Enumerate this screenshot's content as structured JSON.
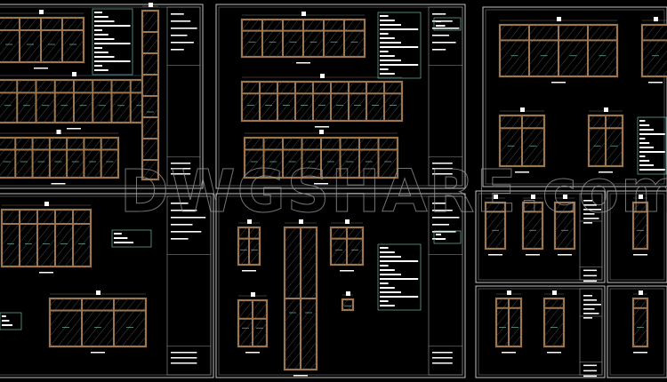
{
  "watermark": "DWGSHARE.com",
  "colors": {
    "background": "#000000",
    "sheet_border": "#bfbfbf",
    "window_frame": "#9b7650",
    "glass_hatch": "#5a5a5a",
    "annotation_text": "#ffffff",
    "dimension_line": "#7fd4c8"
  },
  "sheets": [
    {
      "id": "sheet-top-left"
    },
    {
      "id": "sheet-top-middle"
    },
    {
      "id": "sheet-top-right"
    },
    {
      "id": "sheet-bottom-left"
    },
    {
      "id": "sheet-bottom-middle"
    },
    {
      "id": "sheet-small-1"
    },
    {
      "id": "sheet-small-2"
    },
    {
      "id": "sheet-small-3"
    },
    {
      "id": "sheet-small-4"
    }
  ]
}
